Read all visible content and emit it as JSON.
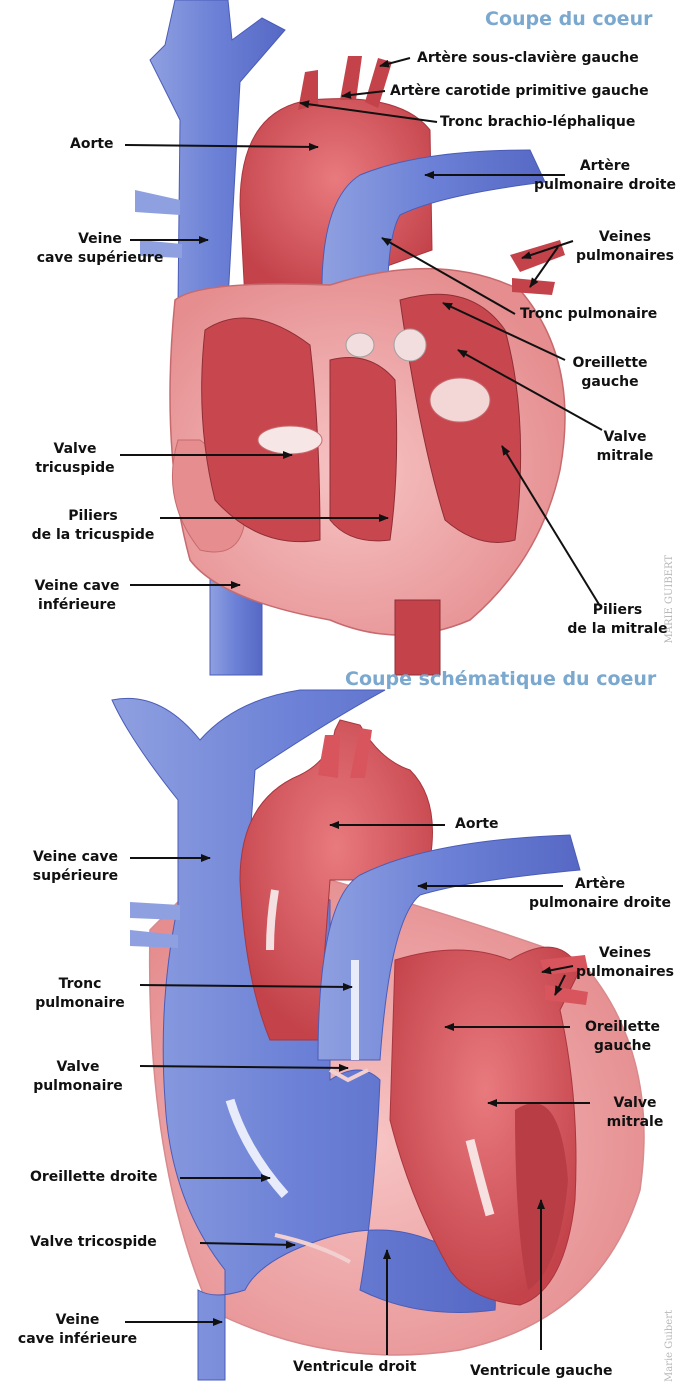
{
  "colors": {
    "vein": "#6b7fd0",
    "vein_dark": "#4a5cb8",
    "artery": "#d8555d",
    "artery_dark": "#b83d45",
    "tissue": "#f2b0b0",
    "title": "#7aa8cf"
  },
  "top": {
    "title": "Coupe du coeur",
    "credit": "MARIE GUIBERT",
    "labels": {
      "sous_claviere": "Artère sous-clavière gauche",
      "carotide": "Artère carotide primitive gauche",
      "tronc_brachio": "Tronc brachio-léphalique",
      "aorte": "Aorte",
      "arter_pulm_l1": "Artère",
      "arter_pulm_l2": "pulmonaire droite",
      "vcs_l1": "Veine",
      "vcs_l2": "cave supérieure",
      "veines_pulm_l1": "Veines",
      "veines_pulm_l2": "pulmonaires",
      "tronc_pulm": "Tronc pulmonaire",
      "oreillette_l1": "Oreillette",
      "oreillette_l2": "gauche",
      "valve_mitrale_l1": "Valve",
      "valve_mitrale_l2": "mitrale",
      "valve_tric_l1": "Valve",
      "valve_tric_l2": "tricuspide",
      "piliers_tric_l1": "Piliers",
      "piliers_tric_l2": "de la tricuspide",
      "vci_l1": "Veine cave",
      "vci_l2": "inférieure",
      "piliers_mit_l1": "Piliers",
      "piliers_mit_l2": "de la mitrale"
    }
  },
  "bottom": {
    "title": "Coupe schématique du coeur",
    "credit": "Marie Guibert",
    "labels": {
      "aorte": "Aorte",
      "vcs_l1": "Veine cave",
      "vcs_l2": "supérieure",
      "arter_pulm_l1": "Artère",
      "arter_pulm_l2": "pulmonaire droite",
      "veines_pulm_l1": "Veines",
      "veines_pulm_l2": "pulmonaires",
      "tronc_pulm_l1": "Tronc",
      "tronc_pulm_l2": "pulmonaire",
      "oreillette_g_l1": "Oreillette",
      "oreillette_g_l2": "gauche",
      "valve_pulm_l1": "Valve",
      "valve_pulm_l2": "pulmonaire",
      "valve_mit_l1": "Valve",
      "valve_mit_l2": "mitrale",
      "oreillette_d": "Oreillette droite",
      "valve_tric": "Valve tricospide",
      "vci_l1": "Veine",
      "vci_l2": "cave inférieure",
      "ventricule_d": "Ventricule droit",
      "ventricule_g": "Ventricule gauche"
    }
  }
}
